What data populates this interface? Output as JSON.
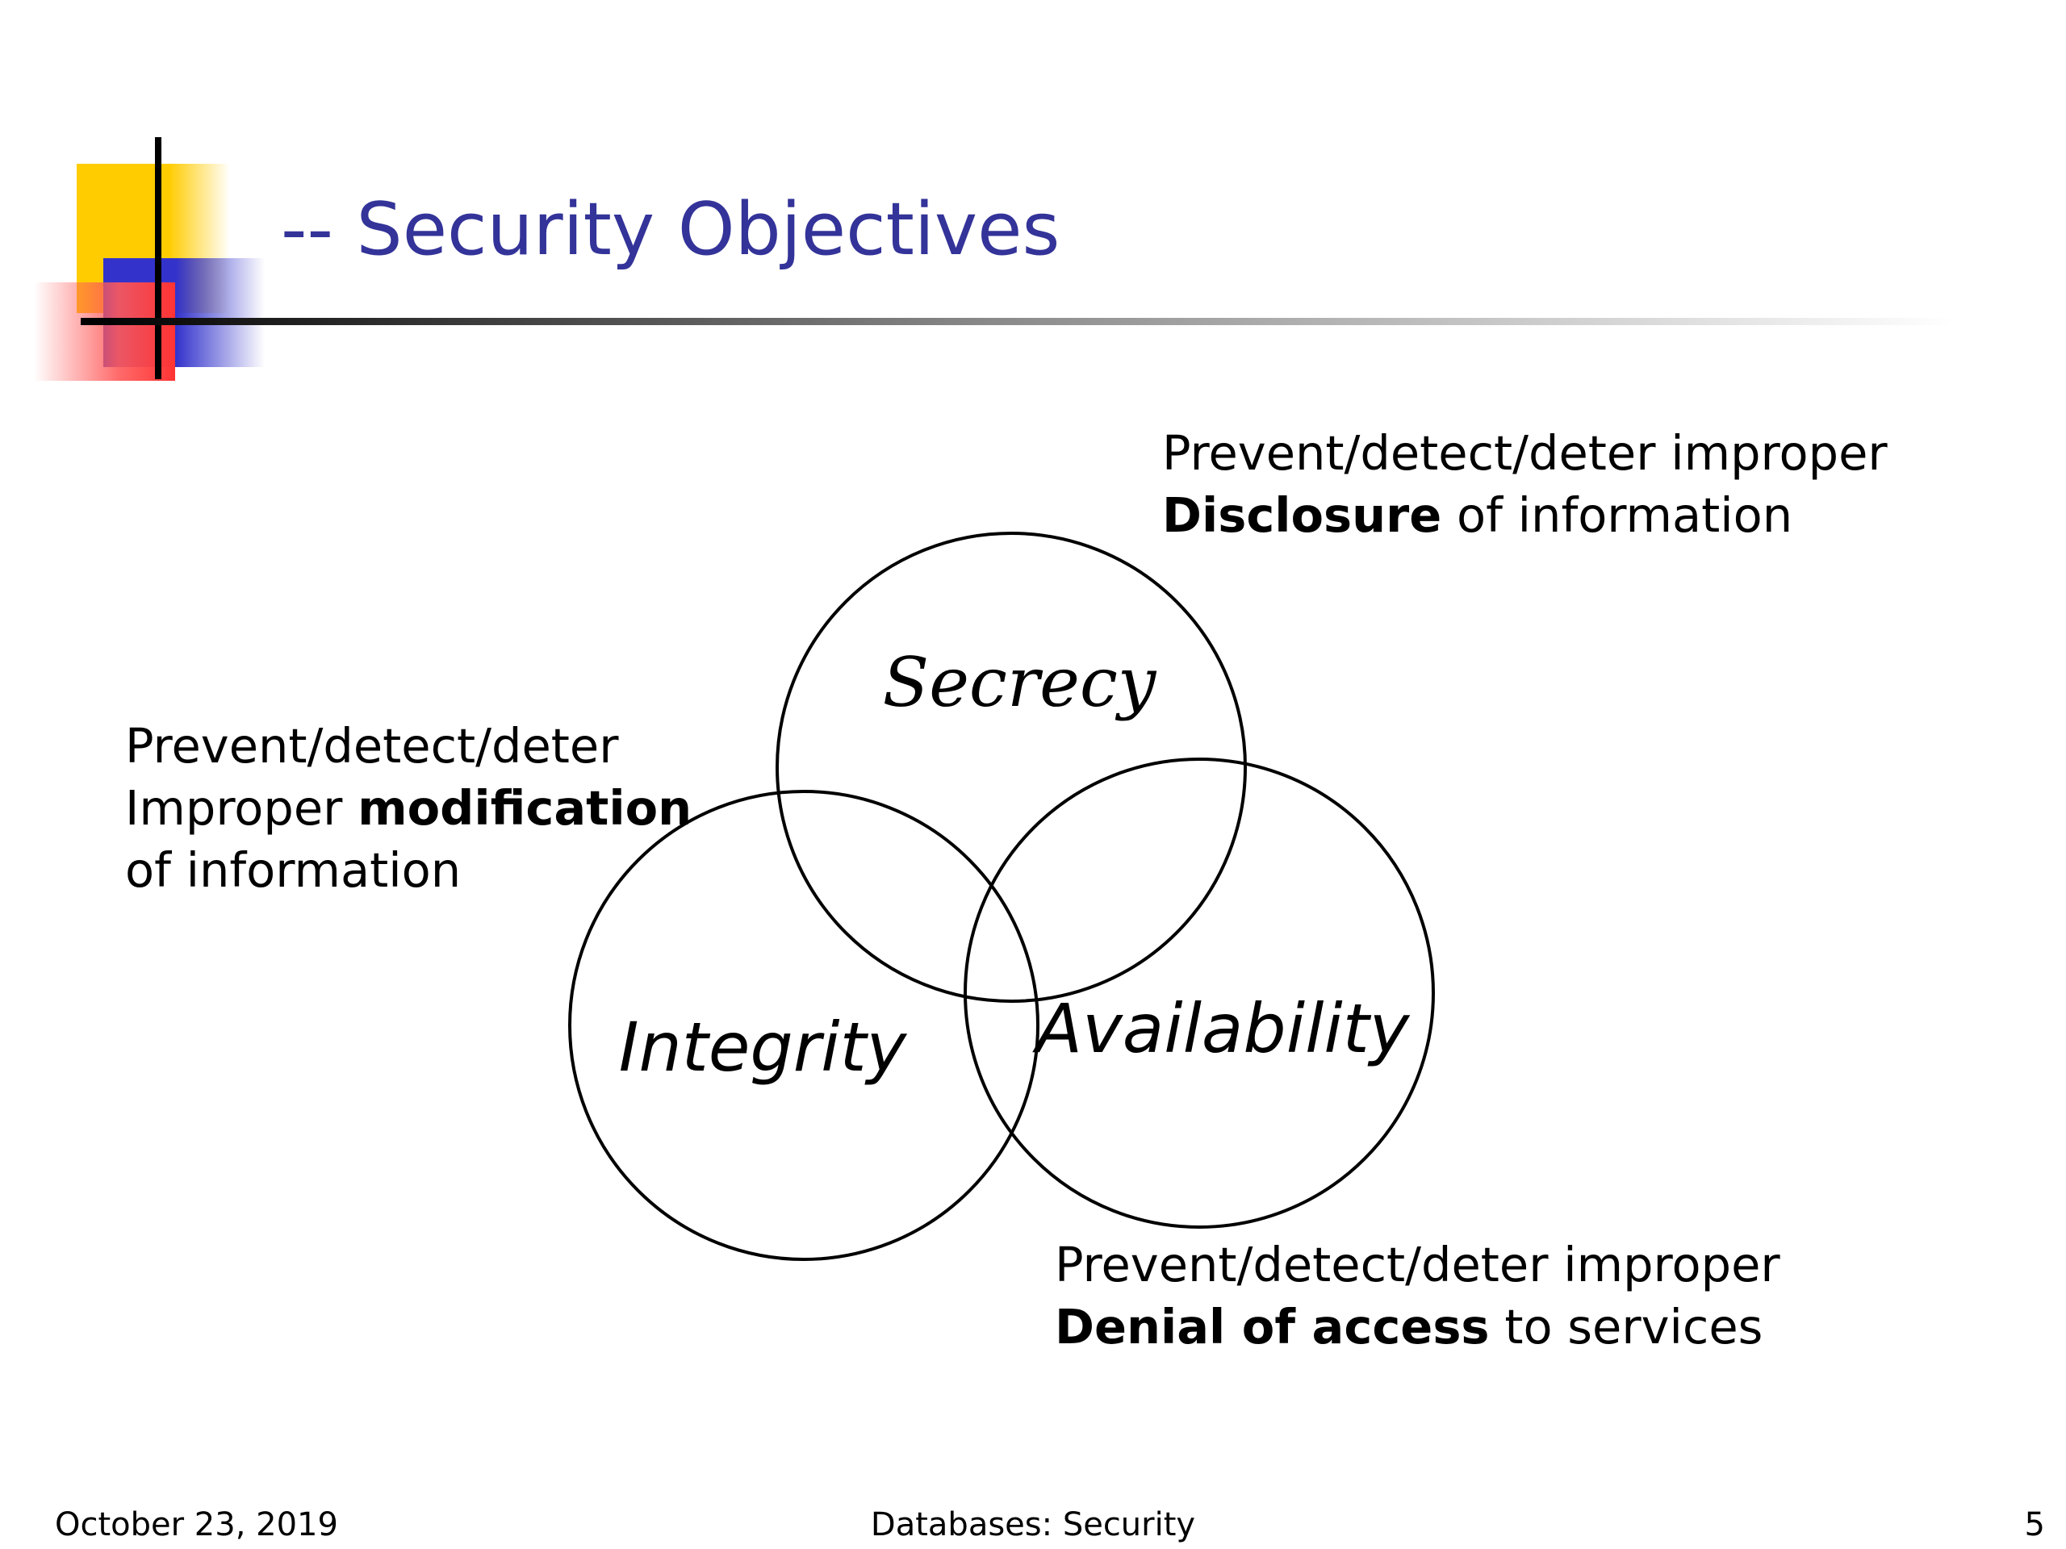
{
  "slide": {
    "title": "-- Security Objectives"
  },
  "secrecy": {
    "label": "Secrecy",
    "line1": "Prevent/detect/deter improper",
    "strong": "Disclosure",
    "rest": " of information"
  },
  "integrity": {
    "label": "Integrity",
    "line1": "Prevent/detect/deter",
    "pre": "Improper ",
    "strong": "modification",
    "line3": "of information"
  },
  "availability": {
    "label": "Availability",
    "line1": "Prevent/detect/deter improper",
    "strong": "Denial of access",
    "rest": " to services"
  },
  "footer": {
    "date": "October 23, 2019",
    "center": "Databases: Security",
    "page": "5"
  },
  "colors": {
    "title": "#333399",
    "accent_yellow": "#ffcc00",
    "accent_blue": "#3333cc",
    "accent_red": "#ff3333"
  }
}
